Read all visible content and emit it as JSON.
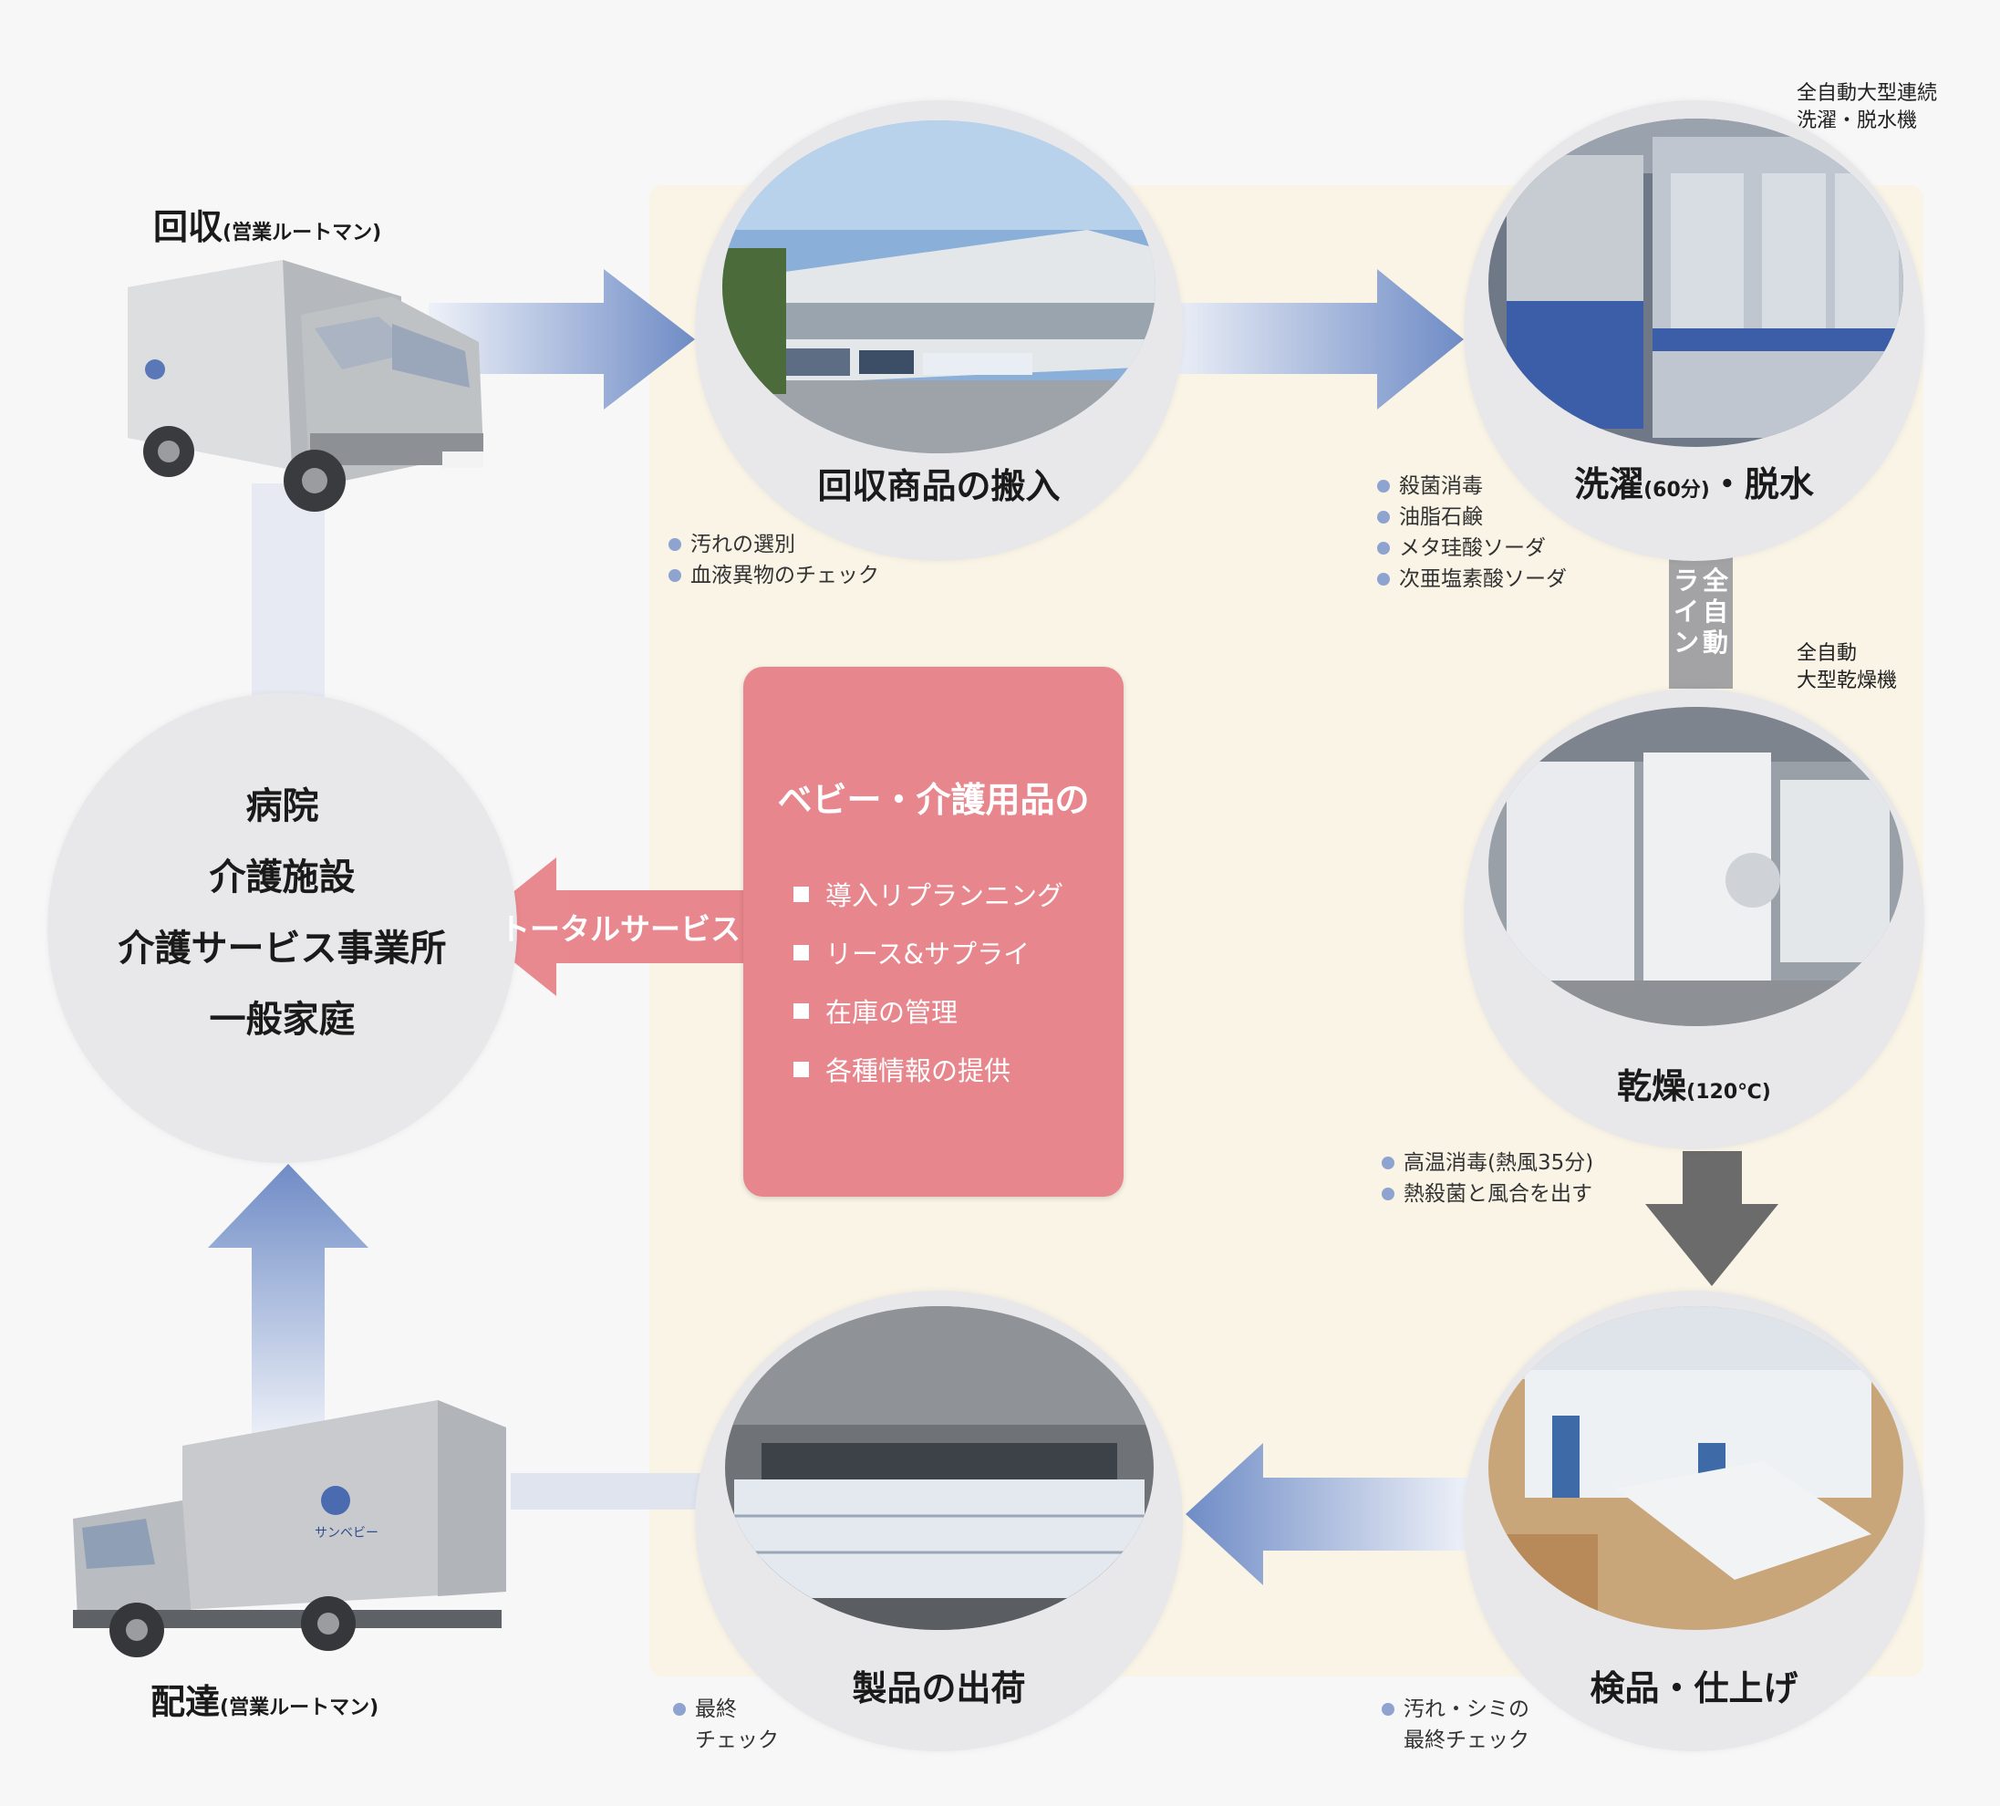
{
  "steps": {
    "collect": {
      "title": "回収",
      "sub": "(営業ルートマン)"
    },
    "receive": {
      "title": "回収商品の搬入",
      "notes": [
        "汚れの選別",
        "血液異物のチェック"
      ]
    },
    "wash": {
      "title": "洗濯",
      "sub": "(60分)",
      "title2": "・脱水",
      "notes": [
        "殺菌消毒",
        "油脂石鹸",
        "メタ珪酸ソーダ",
        "次亜塩素酸ソーダ"
      ],
      "machine": [
        "全自動大型連続",
        "洗濯・脱水機"
      ]
    },
    "auto_line": {
      "col1": "全自動",
      "col2": "ライン"
    },
    "dry": {
      "title": "乾燥",
      "sub": "(120℃)",
      "notes": [
        "高温消毒(熱風35分)",
        "熱殺菌と風合を出す"
      ],
      "machine": [
        "全自動",
        "大型乾燥機"
      ]
    },
    "inspect": {
      "title": "検品・仕上げ",
      "notes": [
        "汚れ・シミの",
        "最終チェック"
      ]
    },
    "ship": {
      "title": "製品の出荷",
      "notes": [
        "最終",
        "チェック"
      ]
    },
    "deliver": {
      "title": "配達",
      "sub": "(営業ルートマン)"
    }
  },
  "hub": {
    "lines": [
      "病院",
      "介護施設",
      "介護サービス事業所",
      "一般家庭"
    ]
  },
  "service": {
    "title": "ベビー・介護用品の",
    "items": [
      "導入リプランニング",
      "リース&サプライ",
      "在庫の管理",
      "各種情報の提供"
    ],
    "arrow_label": "トータルサービス"
  },
  "truck_brand": "サンベビー",
  "colors": {
    "arrow_blue": "#6f8cc6",
    "panel": "#faf4e6",
    "pink": "#e7868c",
    "gray_arrow": "#6b6b6b"
  }
}
